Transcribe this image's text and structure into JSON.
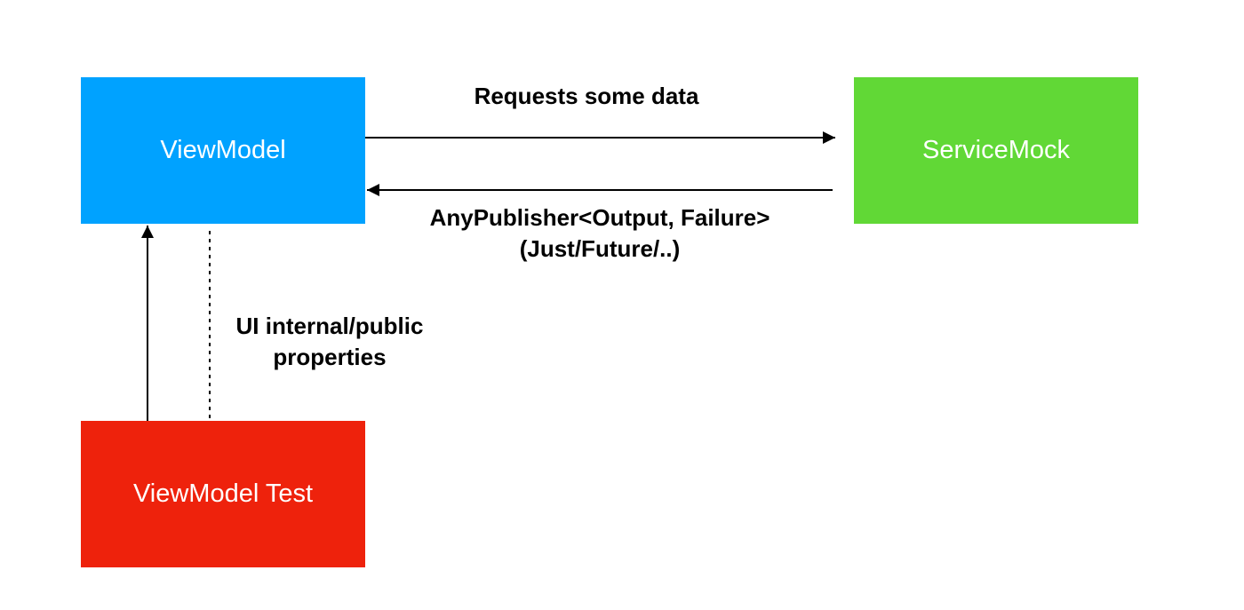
{
  "nodes": {
    "viewmodel": {
      "label": "ViewModel",
      "color": "#00A2FF"
    },
    "servicemock": {
      "label": "ServiceMock",
      "color": "#61D836"
    },
    "test": {
      "label": "ViewModel Test",
      "color": "#EE220C"
    }
  },
  "edges": {
    "request": {
      "label": "Requests some data"
    },
    "response": {
      "line1": "AnyPublisher<Output, Failure>",
      "line2": "(Just/Future/..)"
    },
    "ui_properties": {
      "line1": "UI internal/public",
      "line2": "properties"
    }
  },
  "line_color": "#000000"
}
